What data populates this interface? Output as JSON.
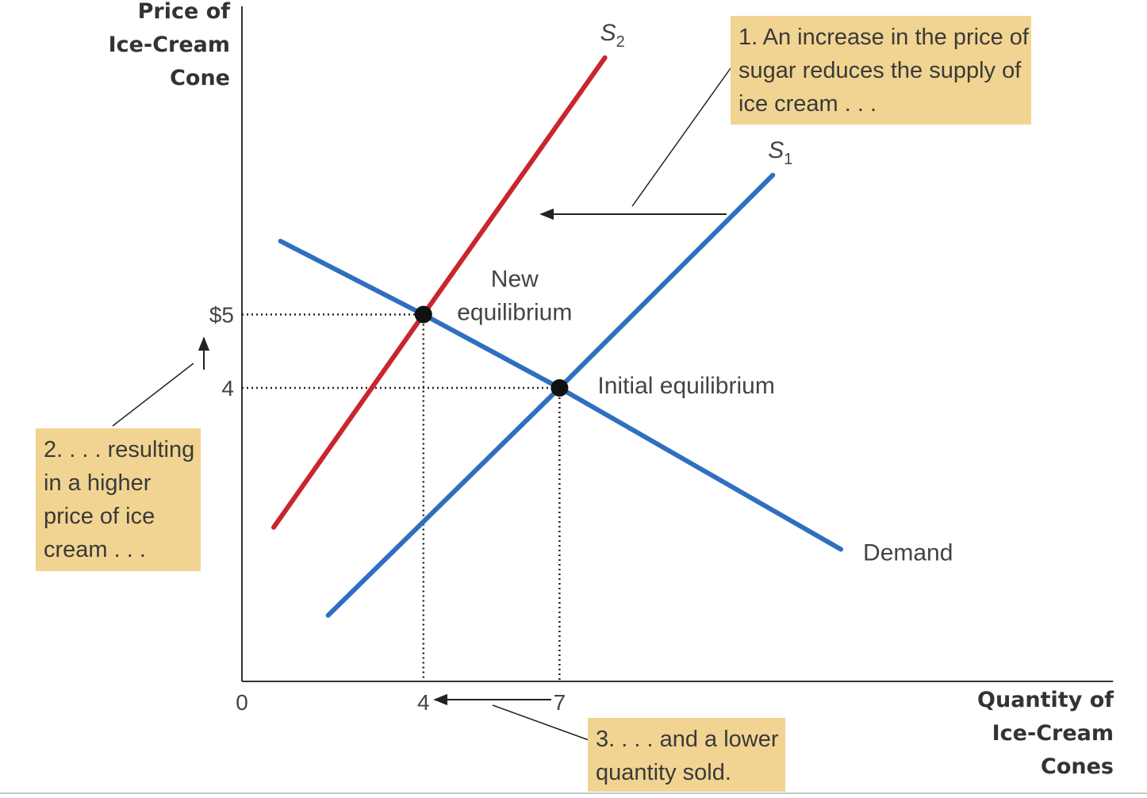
{
  "chart_data": {
    "type": "line",
    "ylabel": [
      "Price of",
      "Ice-Cream",
      "Cone"
    ],
    "xlabel": [
      "Quantity of",
      "Ice-Cream Cones"
    ],
    "x_ticks": [
      {
        "value": 0,
        "label": "0"
      },
      {
        "value": 4,
        "label": "4"
      },
      {
        "value": 7,
        "label": "7"
      }
    ],
    "y_ticks": [
      {
        "value": 5,
        "label": "$5"
      },
      {
        "value": 4,
        "label": "4"
      }
    ],
    "series": [
      {
        "name": "S",
        "subscript": "2",
        "color": "#c8262c",
        "points": [
          [
            0.7,
            2.1
          ],
          [
            4.0,
            5.0
          ],
          [
            8.0,
            8.5
          ]
        ]
      },
      {
        "name": "S",
        "subscript": "1",
        "color": "#2f6fbf",
        "points": [
          [
            1.9,
            0.9
          ],
          [
            7.0,
            4.0
          ],
          [
            11.7,
            6.9
          ]
        ]
      },
      {
        "name": "Demand",
        "color": "#2f6fbf",
        "points": [
          [
            0.85,
            6.0
          ],
          [
            4.0,
            5.0
          ],
          [
            7.0,
            4.0
          ],
          [
            13.2,
            1.8
          ]
        ]
      }
    ],
    "equilibria": [
      {
        "label": [
          "New",
          "equilibrium"
        ],
        "x": 4,
        "y": 5
      },
      {
        "label": [
          "Initial equilibrium"
        ],
        "x": 7,
        "y": 4
      }
    ],
    "xlim": [
      0,
      19.2
    ],
    "ylim": [
      0,
      9.2
    ],
    "grid": false
  },
  "annotations": {
    "note_1": [
      "1. An increase in the price of",
      "sugar reduces the supply of",
      "ice cream . . ."
    ],
    "note_2": [
      "2. . . . resulting",
      "in a higher",
      "price of ice",
      "cream . . ."
    ],
    "note_3": [
      "3. . . . and a lower",
      "quantity sold."
    ]
  },
  "colors": {
    "supply_shifted": "#c8262c",
    "supply_initial": "#2f6fbf",
    "demand": "#2f6fbf",
    "note_background": "#f1d491",
    "axis": "#333333"
  }
}
